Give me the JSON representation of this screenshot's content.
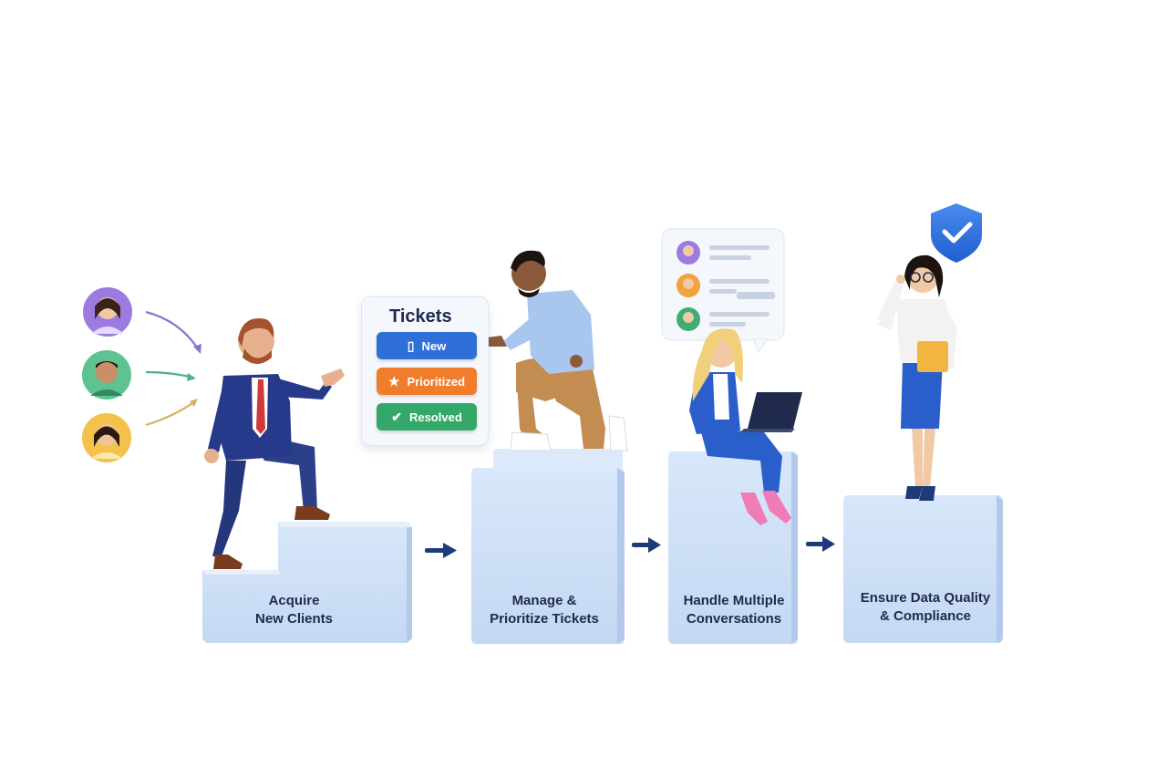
{
  "steps": [
    {
      "line1": "Acquire",
      "line2": "New Clients"
    },
    {
      "line1": "Manage &",
      "line2": "Prioritize Tickets"
    },
    {
      "line1": "Handle Multiple",
      "line2": "Conversations"
    },
    {
      "line1": "Ensure Data Quality",
      "line2": "& Compliance"
    }
  ],
  "tickets": {
    "title": "Tickets",
    "items": [
      {
        "label": "New",
        "icon": "chat-bubble-icon",
        "color": "#2f6fd8"
      },
      {
        "label": "Prioritized",
        "icon": "star-icon",
        "color": "#f07d2c"
      },
      {
        "label": "Resolved",
        "icon": "check-icon",
        "color": "#34a868"
      }
    ]
  },
  "colors": {
    "block": "#cfe0f7",
    "block_side": "#b7cdec",
    "arrow": "#1f3a7a",
    "navy_suit": "#253a80",
    "shield": "#2f6fd8"
  },
  "avatars": [
    {
      "color": "#9b7be0",
      "arrow_color": "#8c73d6"
    },
    {
      "color": "#5fc291",
      "arrow_color": "#4fb08a"
    },
    {
      "color": "#f2c24a",
      "arrow_color": "#d6b05a"
    }
  ],
  "chat_avatars": [
    "#9b7be0",
    "#f2a23e",
    "#3fae74"
  ]
}
